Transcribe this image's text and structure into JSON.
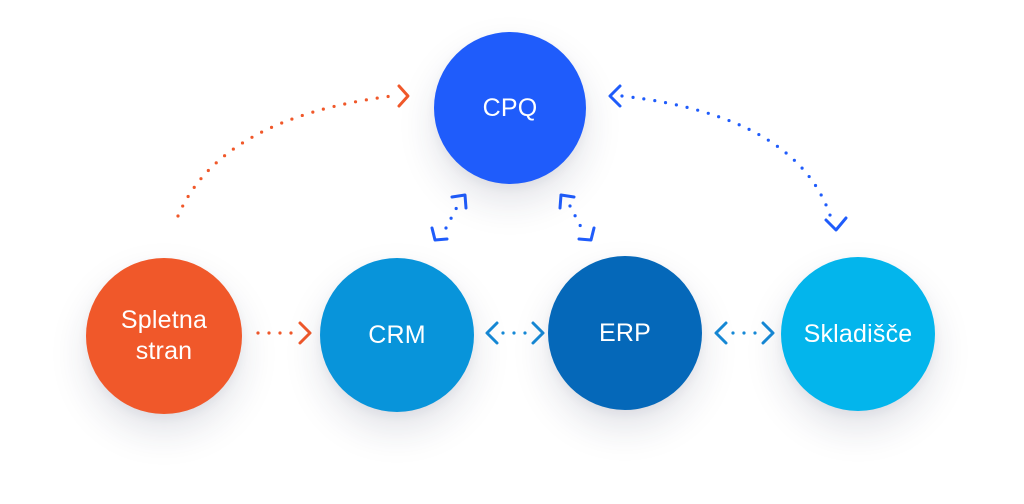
{
  "nodes": {
    "cpq": {
      "label": "CPQ",
      "color": "#1f5cfb"
    },
    "spletna": {
      "label": "Spletna stran",
      "color": "#f0582a"
    },
    "crm": {
      "label": "CRM",
      "color": "#0894da"
    },
    "erp": {
      "label": "ERP",
      "color": "#0568b9"
    },
    "skladisce": {
      "label": "Skladišče",
      "color": "#03b5ec"
    }
  },
  "connector_colors": {
    "orange": "#f0582a",
    "blue": "#1f5cfb",
    "mid_blue": "#1689d6"
  }
}
